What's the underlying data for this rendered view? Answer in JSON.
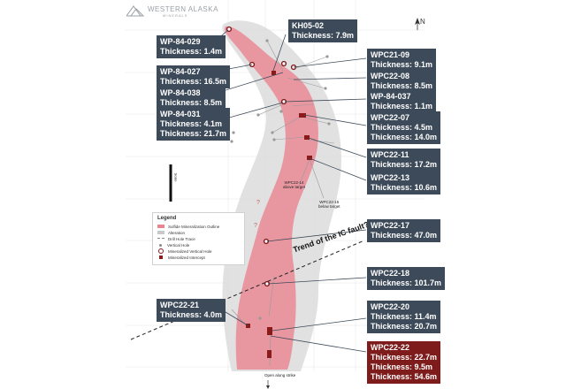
{
  "logo": {
    "name": "WESTERN ALASKA",
    "sub": "MINERALS"
  },
  "north_label": "N",
  "scale_label": "Scale",
  "fault_label": "Trend of the IC fault?",
  "open_strike_label": "Open along strike",
  "targets": {
    "above": [
      "WPC22-14",
      "above target"
    ],
    "below": [
      "WPC22-15",
      "below target"
    ]
  },
  "legend": {
    "title": "Legend",
    "items": [
      {
        "label": "Sulfide Mineralization Outline",
        "color": "#e8858f"
      },
      {
        "label": "Alteration",
        "color": "#c9c9c9"
      },
      {
        "label": "Drill Hole Trace",
        "color": "#888888"
      },
      {
        "label": "Vertical Hole",
        "color": "#888888"
      },
      {
        "label": "Mineralized Vertical Hole",
        "color": "#7e1c1c"
      },
      {
        "label": "Mineralized Intercept",
        "color": "#8b1a1a"
      }
    ]
  },
  "callouts": [
    {
      "id": "kh05-02",
      "name": "KH05-02",
      "lines": [
        "Thickness: 7.9m"
      ]
    },
    {
      "id": "wp-84-029",
      "name": "WP-84-029",
      "lines": [
        "Thickness: 1.4m"
      ]
    },
    {
      "id": "wpc21-09",
      "name": "WPC21-09",
      "lines": [
        "Thickness: 9.1m"
      ]
    },
    {
      "id": "wp-84-027",
      "name": "WP-84-027",
      "lines": [
        "Thickness: 16.5m"
      ]
    },
    {
      "id": "wpc22-08",
      "name": "WPC22-08",
      "lines": [
        "Thickness: 8.5m"
      ]
    },
    {
      "id": "wp-84-038",
      "name": "WP-84-038",
      "lines": [
        "Thickness: 8.5m"
      ]
    },
    {
      "id": "wp-84-037",
      "name": "WP-84-037",
      "lines": [
        "Thickness: 1.1m"
      ]
    },
    {
      "id": "wp-84-031",
      "name": "WP-84-031",
      "lines": [
        "Thickness: 4.1m",
        "Thickness: 21.7m"
      ]
    },
    {
      "id": "wpc22-07",
      "name": "WPC22-07",
      "lines": [
        "Thickness: 4.5m",
        "Thickness: 14.0m"
      ]
    },
    {
      "id": "wpc22-11",
      "name": "WPC22-11",
      "lines": [
        "Thickness: 17.2m"
      ]
    },
    {
      "id": "wpc22-13",
      "name": "WPC22-13",
      "lines": [
        "Thickness: 10.6m"
      ]
    },
    {
      "id": "wpc22-17",
      "name": "WPC22-17",
      "lines": [
        "Thickness: 47.0m"
      ]
    },
    {
      "id": "wpc22-18",
      "name": "WPC22-18",
      "lines": [
        "Thickness: 101.7m"
      ]
    },
    {
      "id": "wpc22-21",
      "name": "WPC22-21",
      "lines": [
        "Thickness: 4.0m"
      ]
    },
    {
      "id": "wpc22-20",
      "name": "WPC22-20",
      "lines": [
        "Thickness: 11.4m",
        "Thickness: 20.7m"
      ]
    },
    {
      "id": "wpc22-22",
      "name": "WPC22-22",
      "lines": [
        "Thickness: 22.7m",
        "Thickness: 9.5m",
        "Thickness: 54.6m"
      ],
      "highlight": true
    }
  ]
}
